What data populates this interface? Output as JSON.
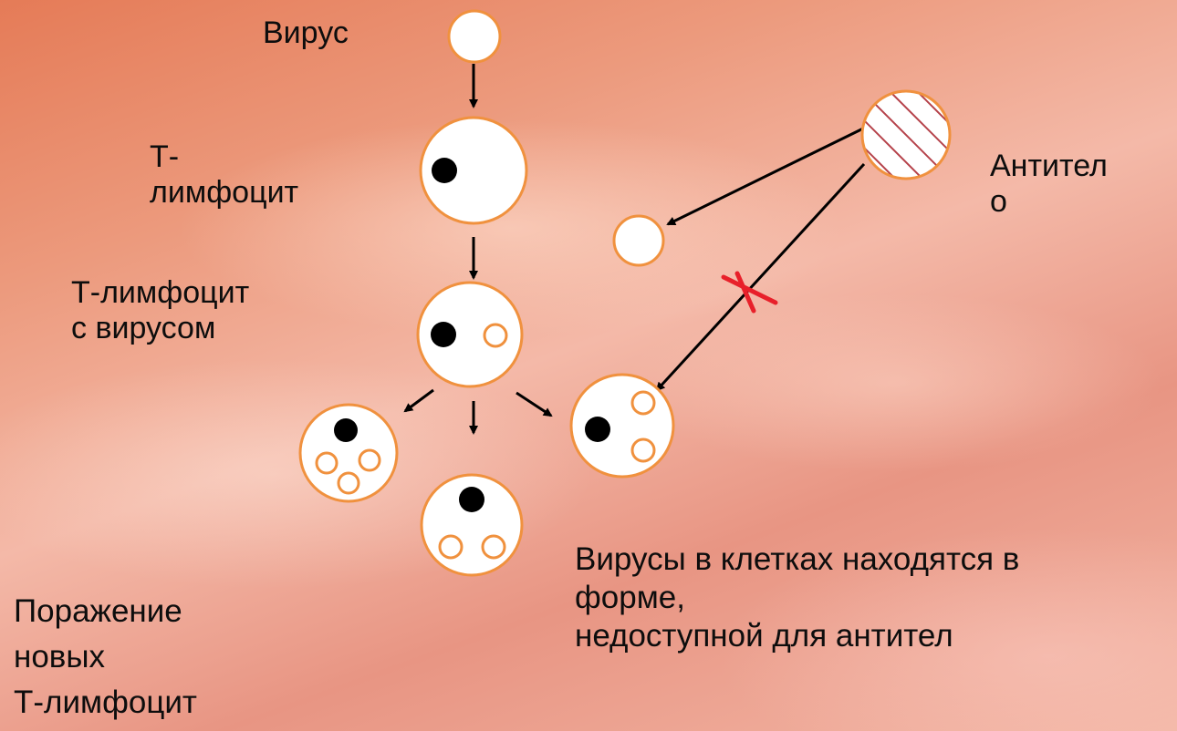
{
  "labels": {
    "virus": "Вирус",
    "t_lymphocyte": "Т-\nлимфоцит",
    "antibody": "Антител\nо",
    "t_lymphocyte_with_virus": "Т-лимфоцит\nс вирусом",
    "lesion_new": "Поражение\nновых\nТ-лимфоцит",
    "viruses_inaccessible": "Вирусы в клетках находятся в\nформе,\nнедоступной для антител"
  },
  "colors": {
    "cell_border": "#f0913e",
    "nucleus": "#000000",
    "arrow": "#000000",
    "block_mark": "#e8202a",
    "antibody_hatch": "#b5424a"
  }
}
